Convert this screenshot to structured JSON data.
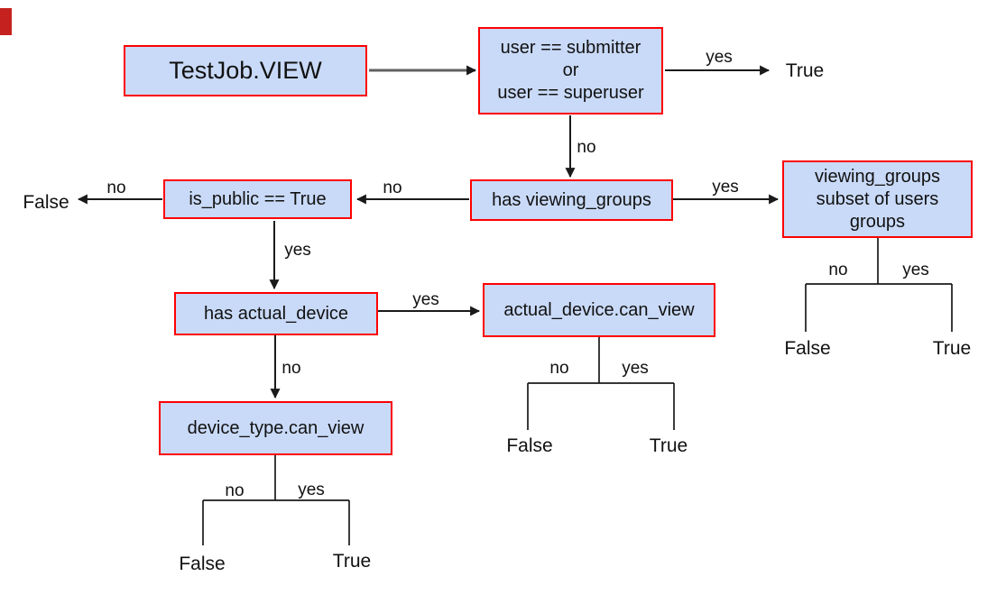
{
  "colors": {
    "node_fill": "#c9daf8",
    "node_border": "#ff0000",
    "connector": "#1a1a1a",
    "connector_gray": "#606060",
    "text": "#111111",
    "edge_marker_red": "#c5221f"
  },
  "diagram": {
    "nodes": {
      "root": {
        "label": "TestJob.VIEW"
      },
      "user_check": {
        "label": "user == submitter\nor\nuser == superuser"
      },
      "has_viewing_groups": {
        "label": "has viewing_groups"
      },
      "is_public": {
        "label": "is_public == True"
      },
      "vg_subset": {
        "label": "viewing_groups\nsubset of users\ngroups"
      },
      "has_actual_device": {
        "label": "has actual_device"
      },
      "actual_device_can_view": {
        "label": "actual_device.can_view"
      },
      "device_type_can_view": {
        "label": "device_type.can_view"
      }
    },
    "edge_labels": {
      "yes_top": "yes",
      "no_user": "no",
      "yes_vg_right": "yes",
      "no_vg_left": "no",
      "no_ispublic": "no",
      "yes_ispublic_down": "yes",
      "yes_actual_right": "yes",
      "no_actual_down": "no",
      "vg_no": "no",
      "vg_yes": "yes",
      "ad_no": "no",
      "ad_yes": "yes",
      "dt_no": "no",
      "dt_yes": "yes"
    },
    "terminals": {
      "true_top": "True",
      "false_left": "False",
      "vg_false": "False",
      "vg_true": "True",
      "ad_false": "False",
      "ad_true": "True",
      "dt_false": "False",
      "dt_true": "True"
    }
  }
}
